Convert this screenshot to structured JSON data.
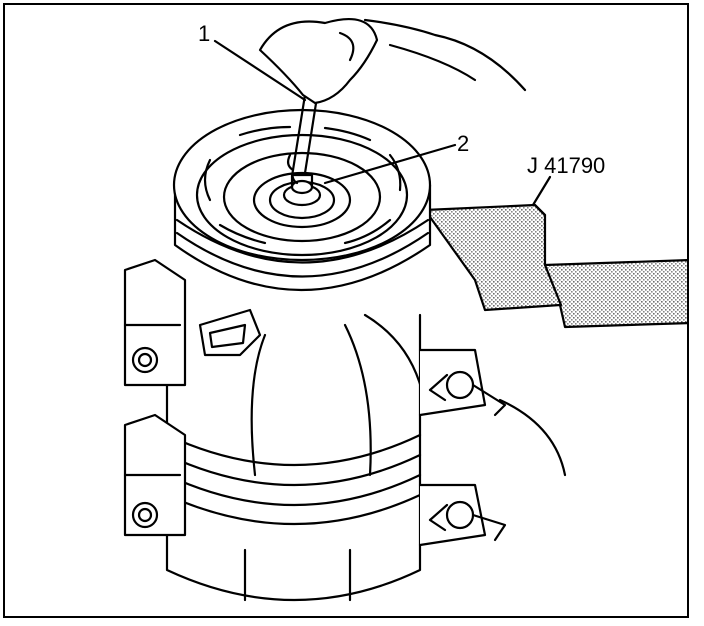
{
  "callouts": {
    "item_1": "1",
    "item_2": "2",
    "tool": "J 41790"
  },
  "colors": {
    "line": "#000000",
    "background": "#ffffff",
    "stipple": "#8a8a8a"
  }
}
